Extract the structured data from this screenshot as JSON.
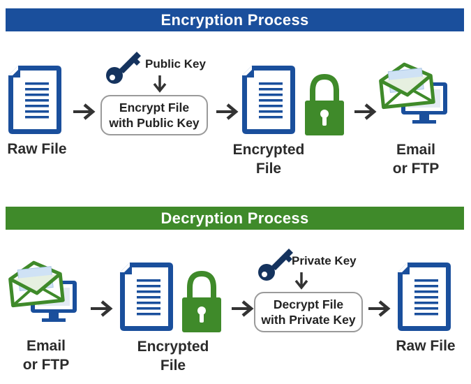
{
  "encryption": {
    "title": "Encryption Process",
    "raw_file": "Raw File",
    "key_label": "Public Key",
    "process_line1": "Encrypt File",
    "process_line2": "with Public Key",
    "encrypted_line1": "Encrypted",
    "encrypted_line2": "File",
    "email_line1": "Email",
    "email_line2": "or FTP"
  },
  "decryption": {
    "title": "Decryption Process",
    "email_line1": "Email",
    "email_line2": "or FTP",
    "encrypted_line1": "Encrypted",
    "encrypted_line2": "File",
    "key_label": "Private Key",
    "process_line1": "Decrypt File",
    "process_line2": "with Private Key",
    "raw_file": "Raw File"
  },
  "colors": {
    "encryption_banner": "#1a4f9c",
    "decryption_banner": "#3f8a2a",
    "document_blue": "#1a4f9c",
    "lock_green": "#3f8a2a",
    "key_navy": "#15335e",
    "envelope_green": "#3f8a2a",
    "monitor_blue": "#1a4f9c",
    "arrow": "#333333"
  },
  "icons": [
    "document-icon",
    "key-icon",
    "padlock-icon",
    "envelope-icon",
    "monitor-icon",
    "arrow-right-icon",
    "arrow-down-icon"
  ]
}
